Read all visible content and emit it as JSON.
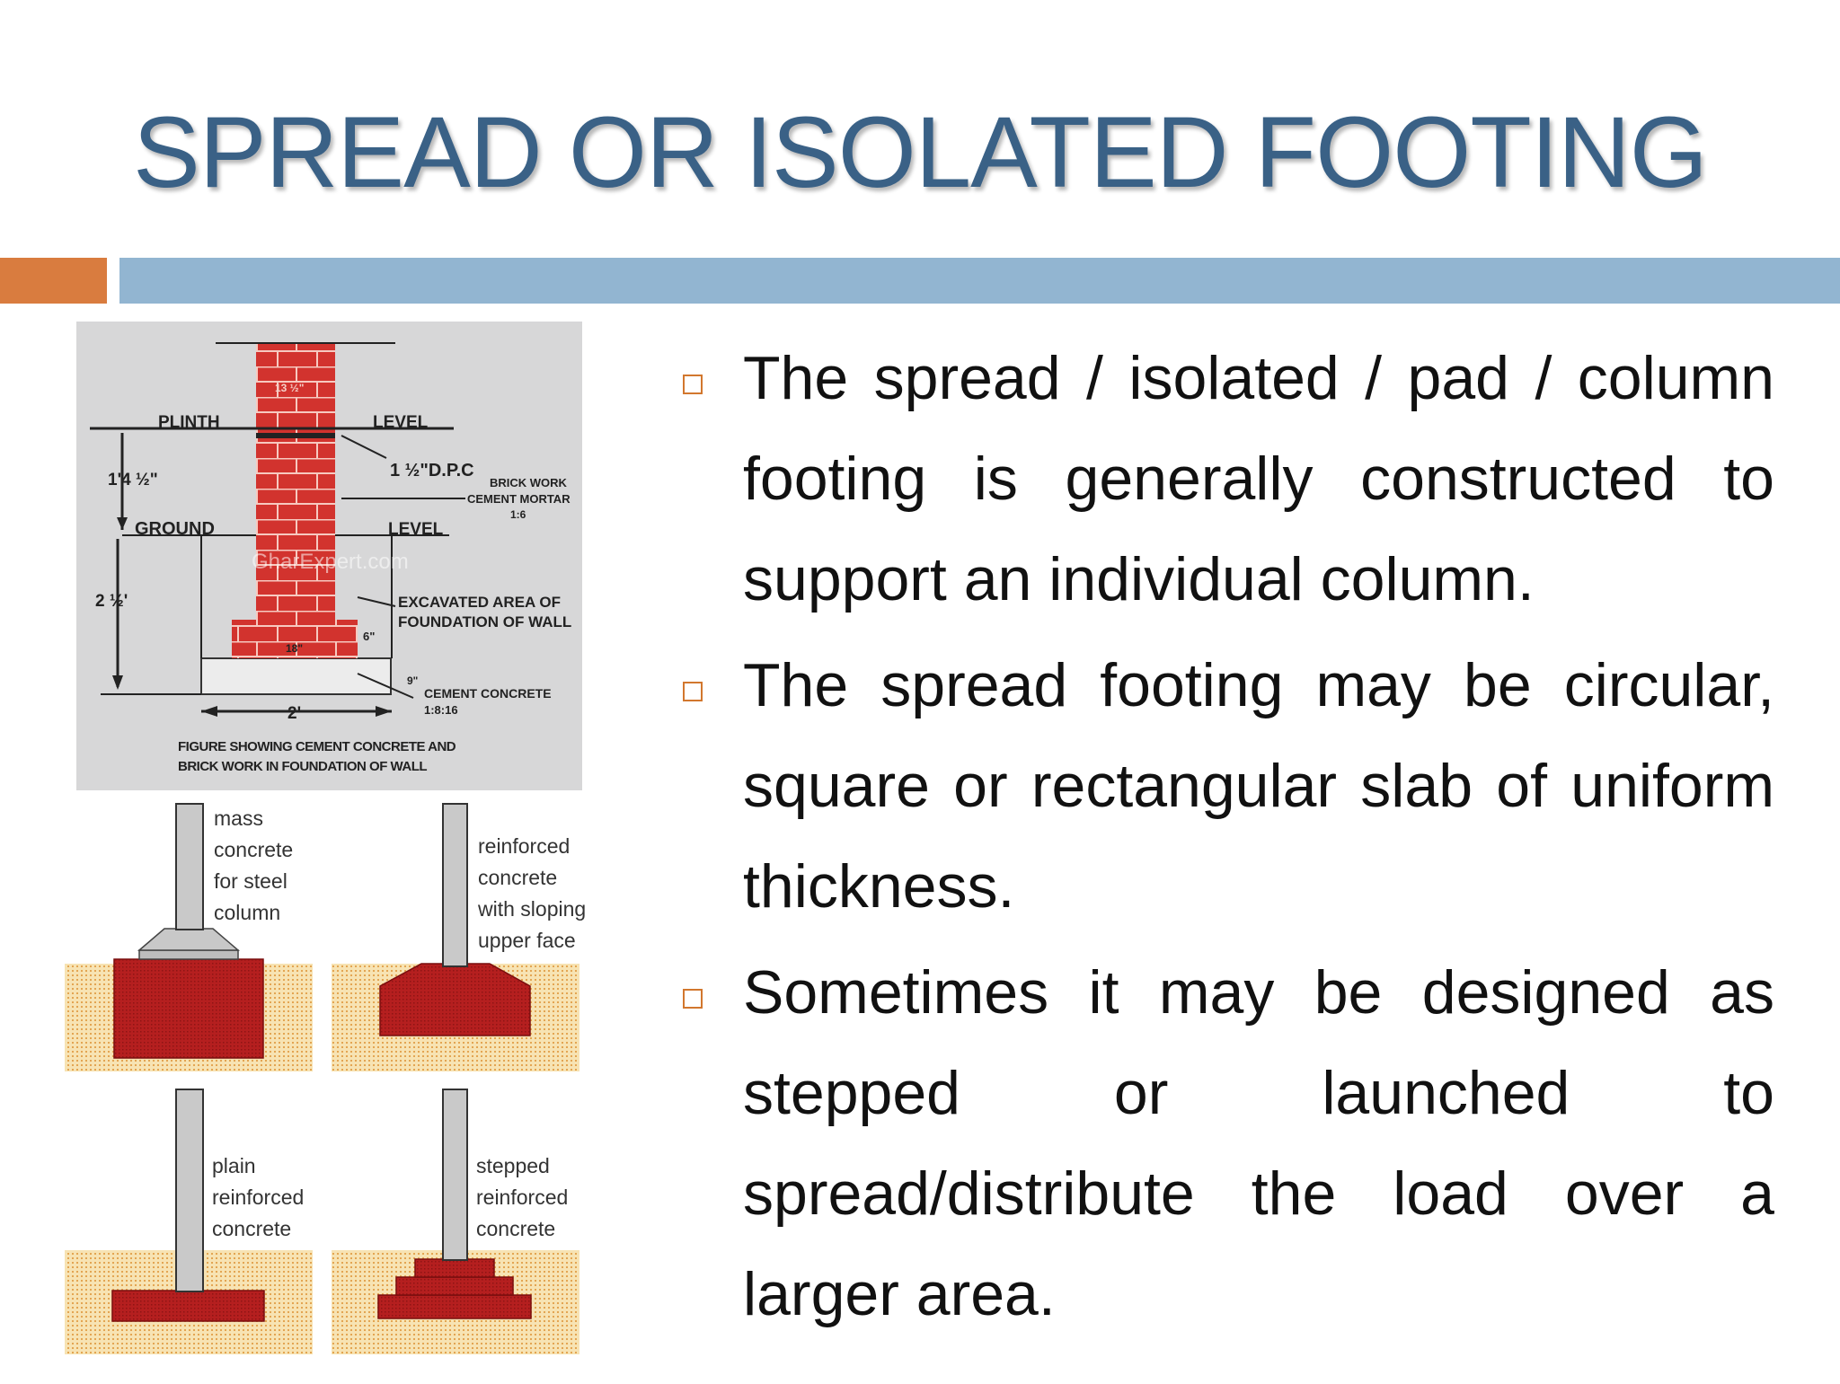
{
  "title": "SPREAD OR ISOLATED FOOTING",
  "colors": {
    "title": "#3A6186",
    "accent": "#D97C3F",
    "bar": "#92B5D1",
    "brick": "#D2332E",
    "footing": "#B21E1E",
    "soil": "#F7E3B3"
  },
  "figure_wall": {
    "plinth": "PLINTH",
    "level_top": "LEVEL",
    "dim_plinth": "1'4 ½\"",
    "dpc": "1 ½\"D.P.C",
    "brick_work_1": "BRICK WORK",
    "brick_work_2": "CEMENT MORTAR",
    "brick_work_3": "1:6",
    "ground": "GROUND",
    "level_ground": "LEVEL",
    "watermark": "GharExpert.com",
    "dim_depth": "2 ½'",
    "excavated_1": "EXCAVATED AREA OF",
    "excavated_2": "FOUNDATION OF WALL",
    "dim_six": "6\"",
    "dim_eighteen": "18\"",
    "dim_width_top": "13 ½\"",
    "dim_nine": "9\"",
    "cement_1": "CEMENT CONCRETE",
    "cement_2": "1:8:16",
    "dim_two": "2'",
    "caption_1": "FIGURE SHOWING CEMENT CONCRETE AND",
    "caption_2": "BRICK WORK IN FOUNDATION OF WALL"
  },
  "figure_types": {
    "mass": [
      "mass",
      "concrete",
      "for steel",
      "column"
    ],
    "sloping": [
      "reinforced",
      "concrete",
      "with sloping",
      "upper face"
    ],
    "plain": [
      "plain",
      "reinforced",
      "concrete"
    ],
    "stepped": [
      "stepped",
      "reinforced",
      "concrete"
    ]
  },
  "bullets": [
    {
      "text": "The spread / isolated / pad / column footing is generally constructed to support an individual column."
    },
    {
      "text": "The spread footing may be circular, square or rectangular slab of uniform thickness."
    },
    {
      "text": "Sometimes it may be designed as stepped or launched to spread/distribute the load over a larger area."
    }
  ]
}
